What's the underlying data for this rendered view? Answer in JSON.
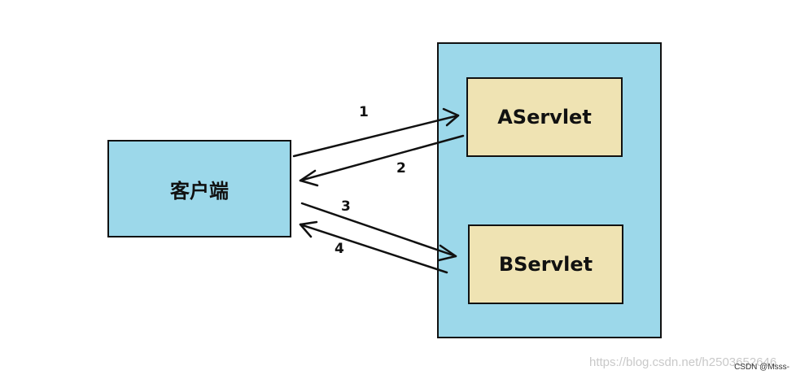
{
  "colors": {
    "container_fill": "#9cd8ea",
    "servlet_fill": "#efe3b3",
    "stroke": "#111111"
  },
  "nodes": {
    "client": "客户端",
    "aservlet": "AServlet",
    "bservlet": "BServlet"
  },
  "arrows": [
    {
      "label": "1",
      "from": "client",
      "to": "aservlet"
    },
    {
      "label": "2",
      "from": "aservlet",
      "to": "client"
    },
    {
      "label": "3",
      "from": "client",
      "to": "bservlet"
    },
    {
      "label": "4",
      "from": "bservlet",
      "to": "client"
    }
  ],
  "watermark": "https://blog.csdn.net/h2503652646",
  "credit": "CSDN @Msss-"
}
